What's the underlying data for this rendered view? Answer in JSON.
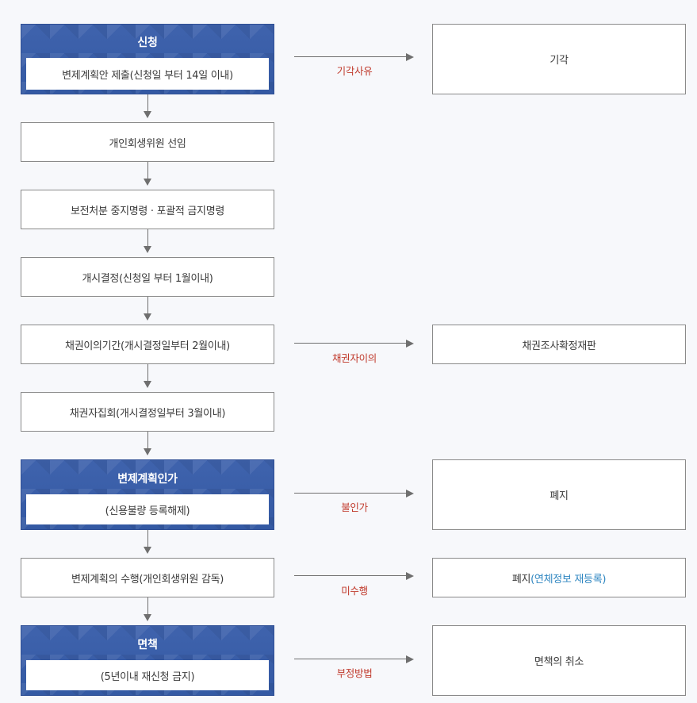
{
  "main_flow": {
    "apply": {
      "title": "신청",
      "detail": "변제계획안 제출(신청일 부터 14일 이내)"
    },
    "committee": "개인회생위원 선임",
    "preservation": "보전처분 중지명령 · 포괄적 금지명령",
    "commencement": "개시결정(신청일 부터 1월이내)",
    "objection_period": "채권이의기간(개시결정일부터 2월이내)",
    "creditors_meeting": "채권자집회(개시결정일부터 3월이내)",
    "approval": {
      "title": "변제계획인가",
      "detail": "(신용불량 등록해제)"
    },
    "performance": "변제계획의 수행(개인회생위원 감독)",
    "discharge": {
      "title": "면책",
      "detail": "(5년이내 재신청 금지)"
    }
  },
  "side_flow": {
    "dismissal": {
      "arrow_label": "기각사유",
      "result": "기각"
    },
    "objection": {
      "arrow_label": "채권자이의",
      "result": "채권조사확정재판"
    },
    "disapproval": {
      "arrow_label": "불인가",
      "result": "폐지"
    },
    "nonperformance": {
      "arrow_label": "미수행",
      "result_prefix": "폐지",
      "result_highlight": "(연체정보 재등록)"
    },
    "fraud": {
      "arrow_label": "부정방법",
      "result": "면책의 취소"
    }
  },
  "colors": {
    "primary_blue": "#3459a3",
    "arrow_label_red": "#c0392b",
    "highlight_blue": "#2e86c1"
  }
}
